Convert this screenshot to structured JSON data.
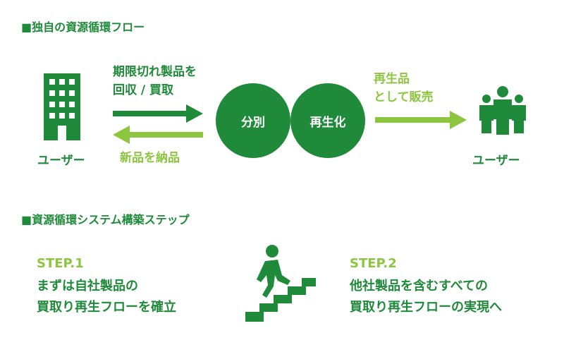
{
  "section1": {
    "title": "■独自の資源循環フロー"
  },
  "flow": {
    "left_user_label": "ユーザー",
    "collect_label_line1": "期限切れ製品を",
    "collect_label_line2": "回収 / 買取",
    "deliver_label": "新品を納品",
    "circle1": "分別",
    "circle2": "再生化",
    "sell_label_line1": "再生品",
    "sell_label_line2": "として販売",
    "right_user_label": "ユーザー"
  },
  "section2": {
    "title": "■資源循環システム構築ステップ"
  },
  "steps": [
    {
      "title": "STEP.1",
      "line1": "まずは自社製品の",
      "line2": "買取り再生フローを確立"
    },
    {
      "title": "STEP.2",
      "line1": "他社製品を含むすべての",
      "line2": "買取り再生フローの実現へ"
    }
  ],
  "colors": {
    "dark_green": "#1f8b3a",
    "light_green": "#8cc63f"
  },
  "icons": [
    "building-icon",
    "people-group-icon",
    "person-climbing-stairs-icon"
  ]
}
